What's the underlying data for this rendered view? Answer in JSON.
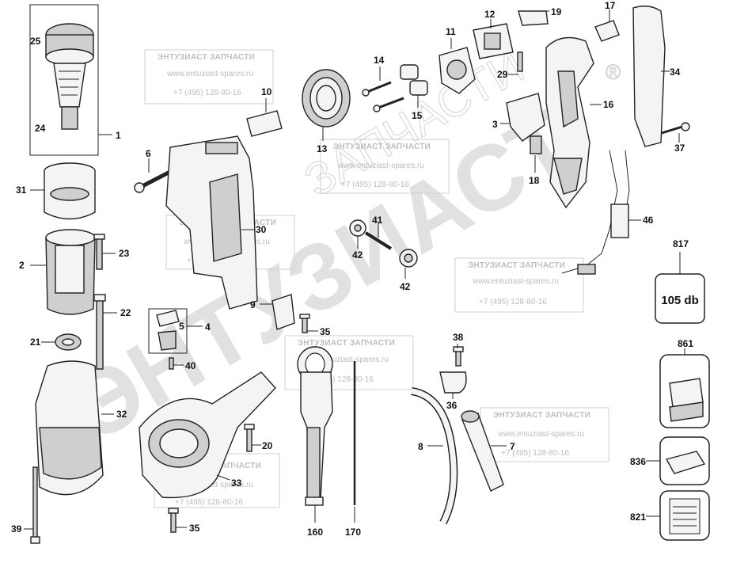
{
  "watermark": {
    "title": "ЭНТУЗИАСТ ЗАПЧАСТИ",
    "url": "www.entuziast-spares.ru",
    "phone": "+7 (495) 128-80-16",
    "big_text": "ЭНТУЗИАСТ",
    "big_text2": "ЗАПЧАСТИ",
    "registered": "®"
  },
  "callouts": [
    "25",
    "24",
    "1",
    "31",
    "2",
    "23",
    "22",
    "21",
    "32",
    "39",
    "6",
    "30",
    "10",
    "13",
    "14",
    "15",
    "11",
    "12",
    "19",
    "17",
    "34",
    "16",
    "29",
    "3",
    "37",
    "18",
    "41",
    "42",
    "42",
    "46",
    "817",
    "9",
    "5",
    "4",
    "40",
    "35",
    "38",
    "36",
    "20",
    "33",
    "35",
    "160",
    "170",
    "8",
    "7",
    "861",
    "836",
    "821"
  ],
  "label_105db": "105 db"
}
